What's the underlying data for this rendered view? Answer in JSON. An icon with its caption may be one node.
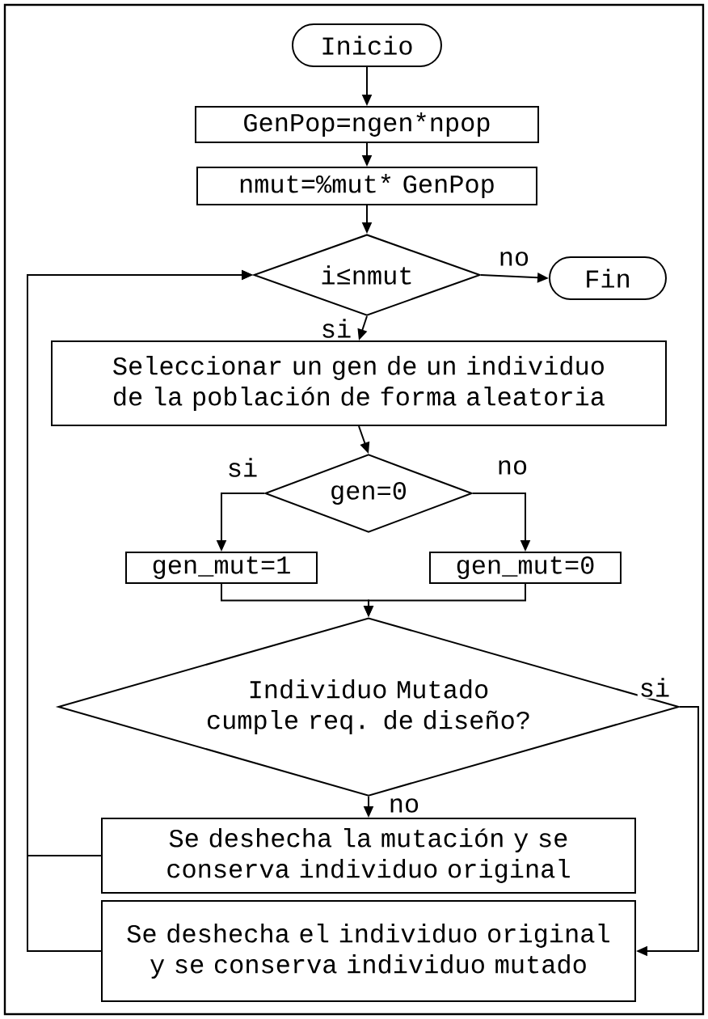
{
  "diagram": {
    "nodes": [
      {
        "text": [
          "Inicio"
        ]
      },
      {
        "text": [
          "GenPop=ngen*npop"
        ]
      },
      {
        "text": [
          "nmut=%mut* GenPop"
        ]
      },
      {
        "text": [
          "i≤nmut"
        ]
      },
      {
        "text": [
          "Fin"
        ]
      },
      {
        "text": [
          "Seleccionar un gen de un individuo de la población de forma aleatoria"
        ]
      },
      {
        "text": [
          "gen=0"
        ]
      },
      {
        "text": [
          "gen_mut=1"
        ]
      },
      {
        "text": [
          "gen_mut=0"
        ]
      },
      {
        "text": [
          "Individuo Mutado cumple req. de diseño?"
        ]
      },
      {
        "text": [
          "Se deshecha la mutación y se conserva individuo original"
        ]
      },
      {
        "text": [
          "Se deshecha el individuo original y se conserva individuo mutado"
        ]
      }
    ],
    "edges": [
      {
        "from": 0,
        "to": 1,
        "arrow": "to"
      },
      {
        "from": 1,
        "to": 2,
        "arrow": "to"
      },
      {
        "from": 2,
        "to": 3,
        "arrow": "to"
      },
      {
        "from": 3,
        "to": 4,
        "arrow": "to",
        "label": "no"
      },
      {
        "from": 3,
        "to": 5,
        "arrow": "to",
        "label": "si"
      },
      {
        "from": 5,
        "to": 6,
        "arrow": "to"
      },
      {
        "from": 6,
        "to": 7,
        "arrow": "to",
        "label": "si"
      },
      {
        "from": 6,
        "to": 8,
        "arrow": "to",
        "label": "no"
      },
      {
        "from": 7,
        "to": 9,
        "arrow": "to"
      },
      {
        "from": 8,
        "to": 9,
        "arrow": "to"
      },
      {
        "from": 9,
        "to": 10,
        "arrow": "to",
        "label": "no"
      },
      {
        "from": 9,
        "to": 11,
        "arrow": "to",
        "label": "si"
      },
      {
        "from": 10,
        "to": 3,
        "arrow": "to"
      },
      {
        "from": 11,
        "to": 3,
        "arrow": "to"
      }
    ]
  }
}
